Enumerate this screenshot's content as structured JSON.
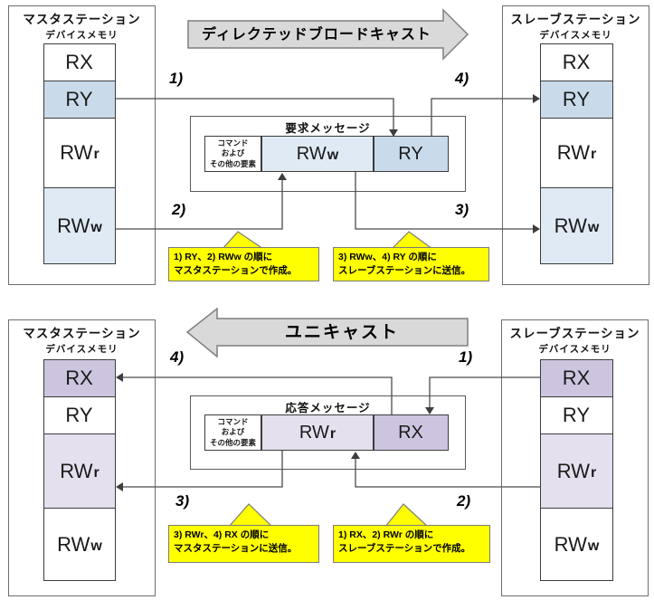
{
  "colors": {
    "device_blue": "#c9dbea",
    "device_blue_light": "#dfeaf4",
    "device_purple": "#cdc5e0",
    "device_purple_light": "#e5e0ee",
    "callout_yellow": "#ffff00",
    "banner_gray": "#d9d9d9",
    "line_gray": "#4b4b4b"
  },
  "top": {
    "banner": "ディレクテッドブロードキャスト",
    "master": {
      "title": "マスタステーション",
      "subtitle": "デバイスメモリ",
      "cells": [
        {
          "base": "RX",
          "sub": ""
        },
        {
          "base": "RY",
          "sub": ""
        },
        {
          "base": "RW",
          "sub": "r"
        },
        {
          "base": "RW",
          "sub": "w"
        }
      ]
    },
    "slave": {
      "title": "スレーブステーション",
      "subtitle": "デバイスメモリ",
      "cells": [
        {
          "base": "RX",
          "sub": ""
        },
        {
          "base": "RY",
          "sub": ""
        },
        {
          "base": "RW",
          "sub": "r"
        },
        {
          "base": "RW",
          "sub": "w"
        }
      ]
    },
    "message": {
      "title": "要求メッセージ",
      "command_lines": [
        "コマンド",
        "および",
        "その他の要素"
      ],
      "cells": [
        {
          "base": "RW",
          "sub": "w"
        },
        {
          "base": "RY",
          "sub": ""
        }
      ]
    },
    "step_labels": {
      "s1": "1)",
      "s2": "2)",
      "s3": "3)",
      "s4": "4)"
    },
    "callouts": [
      {
        "line1": "1) RY、2) RWw の順に",
        "line2": "マスタステーションで作成。"
      },
      {
        "line1": "3) RWw、4) RY の順に",
        "line2": "スレーブステーションに送信。"
      }
    ]
  },
  "bottom": {
    "banner": "ユニキャスト",
    "master": {
      "title": "マスタステーション",
      "subtitle": "デバイスメモリ",
      "cells": [
        {
          "base": "RX",
          "sub": ""
        },
        {
          "base": "RY",
          "sub": ""
        },
        {
          "base": "RW",
          "sub": "r"
        },
        {
          "base": "RW",
          "sub": "w"
        }
      ]
    },
    "slave": {
      "title": "スレーブステーション",
      "subtitle": "デバイスメモリ",
      "cells": [
        {
          "base": "RX",
          "sub": ""
        },
        {
          "base": "RY",
          "sub": ""
        },
        {
          "base": "RW",
          "sub": "r"
        },
        {
          "base": "RW",
          "sub": "w"
        }
      ]
    },
    "message": {
      "title": "応答メッセージ",
      "command_lines": [
        "コマンド",
        "および",
        "その他の要素"
      ],
      "cells": [
        {
          "base": "RW",
          "sub": "r"
        },
        {
          "base": "RX",
          "sub": ""
        }
      ]
    },
    "step_labels": {
      "s1": "1)",
      "s2": "2)",
      "s3": "3)",
      "s4": "4)"
    },
    "callouts": [
      {
        "line1": "3) RWr、4) RX の順に",
        "line2": "マスタステーションに送信。"
      },
      {
        "line1": "1) RX、2) RWr の順に",
        "line2": "スレーブステーションで作成。"
      }
    ]
  }
}
